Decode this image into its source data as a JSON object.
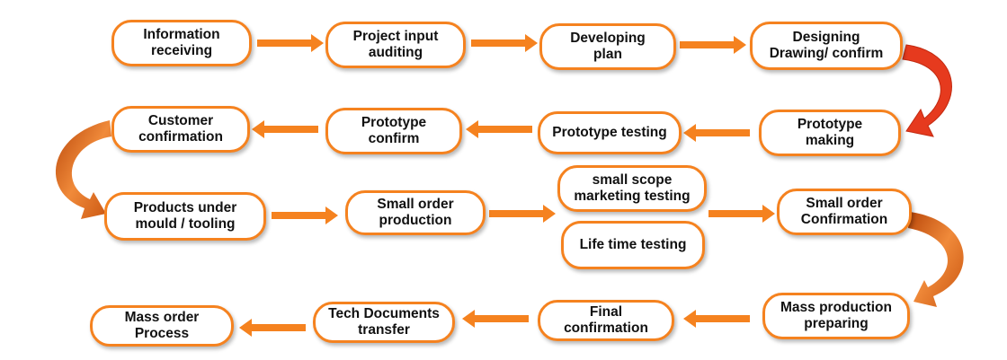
{
  "colors": {
    "accent": "#f5821f",
    "curve_arrow": "#d8550e",
    "curve_arrow_red": "#e63a1e",
    "text": "#111111"
  },
  "steps": [
    {
      "id": "information-receiving",
      "label": "Information\nreceiving"
    },
    {
      "id": "project-input-auditing",
      "label": "Project input\nauditing"
    },
    {
      "id": "developing-plan",
      "label": "Developing\nplan"
    },
    {
      "id": "designing-drawing-confirm",
      "label": "Designing\nDrawing/ confirm"
    },
    {
      "id": "prototype-making",
      "label": "Prototype\nmaking"
    },
    {
      "id": "prototype-testing",
      "label": "Prototype testing"
    },
    {
      "id": "prototype-confirm",
      "label": "Prototype\nconfirm"
    },
    {
      "id": "customer-confirmation",
      "label": "Customer\nconfirmation"
    },
    {
      "id": "products-under-mould-tooling",
      "label": "Products under\nmould / tooling"
    },
    {
      "id": "small-order-production",
      "label": "Small order\nproduction"
    },
    {
      "id": "small-scope-marketing-testing",
      "label": "small scope\nmarketing testing"
    },
    {
      "id": "life-time-testing",
      "label": "Life time testing"
    },
    {
      "id": "small-order-confirmation",
      "label": "Small order\nConfirmation"
    },
    {
      "id": "mass-production-preparing",
      "label": "Mass production\npreparing"
    },
    {
      "id": "final-confirmation",
      "label": "Final\nconfirmation"
    },
    {
      "id": "tech-documents-transfer",
      "label": "Tech Documents\ntransfer"
    },
    {
      "id": "mass-order-process",
      "label": "Mass order\nProcess"
    }
  ]
}
